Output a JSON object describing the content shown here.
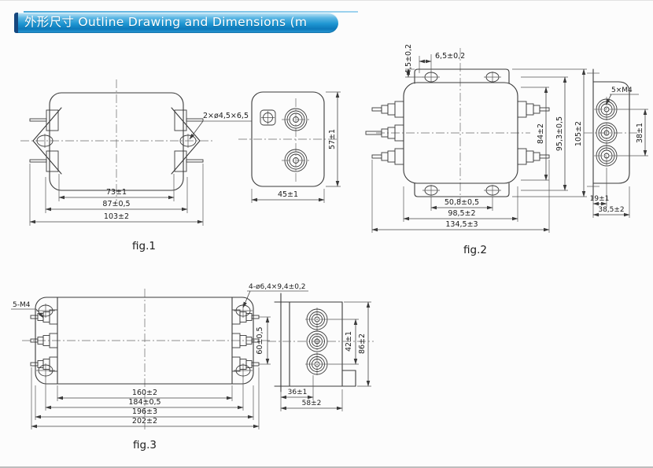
{
  "header": {
    "title": "外形尺寸 Outline Drawing and Dimensions (m"
  },
  "colors": {
    "banner_light": "#c9e9f8",
    "banner_mid": "#1e96d2",
    "banner_dark": "#0c79ba",
    "banner_edge": "#16477e",
    "drawing_line": "#3a3a3a"
  },
  "fig1": {
    "caption": "fig.1",
    "front": {
      "hole_label": "2×ø4,5×6,5",
      "dim_w_inner": "73±1",
      "dim_w_mid": "87±0,5",
      "dim_w_outer": "103±2"
    },
    "side": {
      "dim_h": "57±1",
      "dim_w": "45±1"
    }
  },
  "fig2": {
    "caption": "fig.2",
    "front": {
      "dim_hole_v": "4,5±0,2",
      "dim_hole_h": "6,5±0,2",
      "dim_h_inner": "84±2",
      "dim_h_mid": "95,3±0,5",
      "dim_h_outer": "105±2",
      "dim_w_holes": "50,8±0,5",
      "dim_w_mid": "98,5±2",
      "dim_w_outer": "134,5±3"
    },
    "side": {
      "terminal_label": "5×M4",
      "dim_pitch": "38±1",
      "dim_d_inner": "19±1",
      "dim_d_outer": "38,5±2"
    }
  },
  "fig3": {
    "caption": "fig.3",
    "front": {
      "terminal_label": "5-M4",
      "hole_label": "4-ø6,4×9,4±0,2",
      "dim_pitch_v": "60±0,5",
      "dim_w_1": "160±2",
      "dim_w_2": "184±0,5",
      "dim_w_3": "196±3",
      "dim_w_4": "202±2"
    },
    "side": {
      "dim_pitch": "42±1",
      "dim_h_outer": "86±2",
      "dim_d_inner": "36±1",
      "dim_d_outer": "58±2"
    }
  }
}
